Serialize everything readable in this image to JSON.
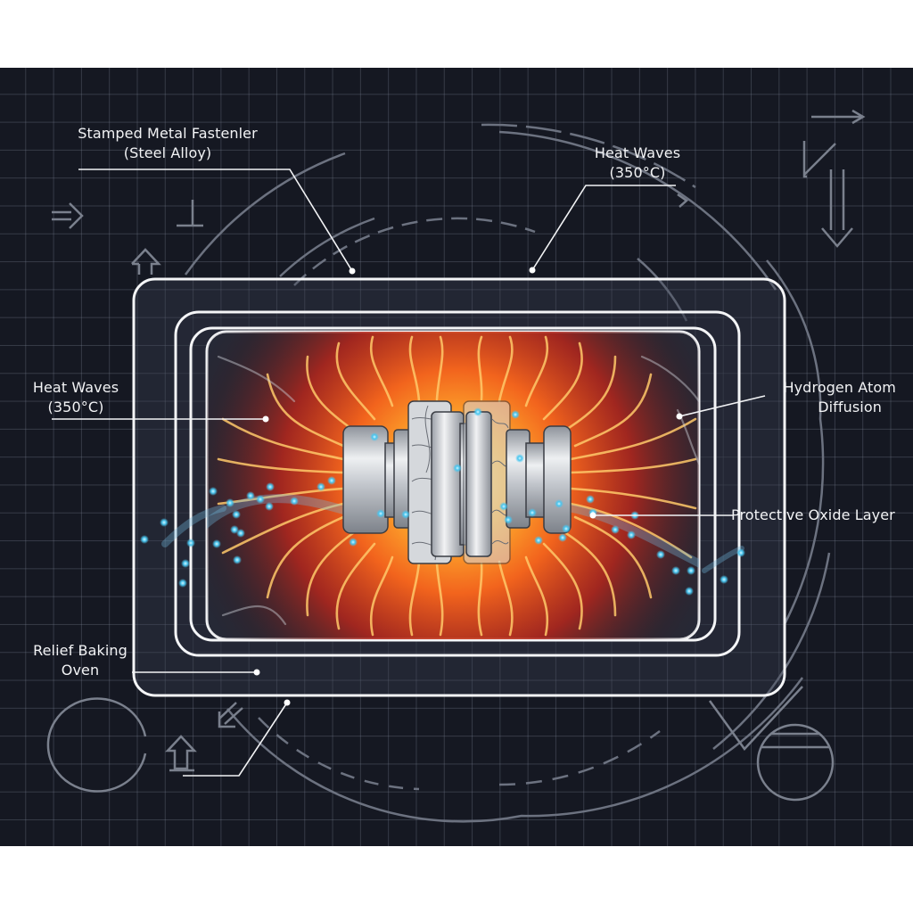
{
  "diagram": {
    "subject": "Hydrogen embrittlement relief baking of a stamped metal fastener",
    "colors": {
      "background": "#151822",
      "grid": "#5a6172",
      "frame": "#f4f5f7",
      "heat_core": "#ffd24a",
      "heat_mid": "#f26a1f",
      "heat_outer": "#b8241a",
      "hydrogen": "#49c6f0",
      "steel": "#c9ccd1",
      "label_text": "#f2f3f5"
    },
    "labels": {
      "fastener": {
        "line1": "Stamped Metal Fastenler",
        "line2": "(Steel Alloy)"
      },
      "heat_waves_top": {
        "line1": "Heat Waves",
        "line2": "(350°C)"
      },
      "heat_waves_left": {
        "line1": "Heat Waves",
        "line2": "(350°C)"
      },
      "hydrogen": {
        "line1": "Hydrogen Atom",
        "line2": "Diffusion"
      },
      "oxide": {
        "line1": "Protective Oxide Layer"
      },
      "oven": {
        "line1": "Relief Baking",
        "line2": "Oven"
      }
    },
    "icons": [
      "arrow-right-icon",
      "perpendicular-icon",
      "arrow-up-icon",
      "arrow-right-thin-icon",
      "arrow-down-left-icon",
      "arrow-down-icon",
      "circle-icon",
      "arrow-down-left-small-icon",
      "arrow-up-base-icon",
      "circle-lined-icon"
    ]
  }
}
